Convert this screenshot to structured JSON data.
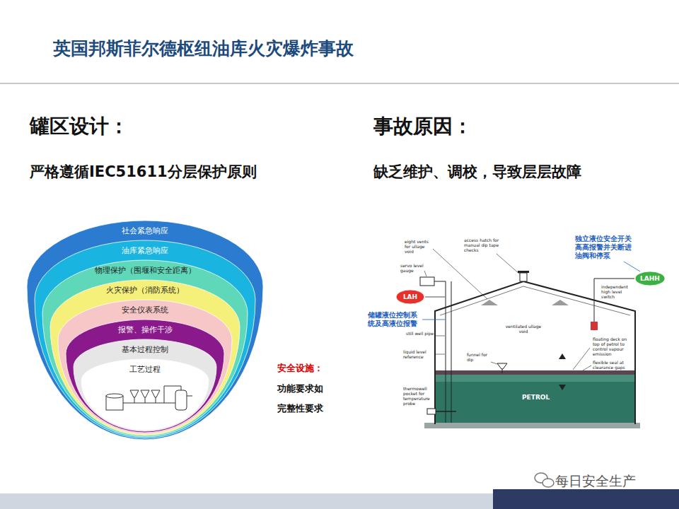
{
  "diagram": {
    "title": "英国邦斯菲尔德枢纽油库火灾爆炸事故",
    "nodes": [
      {
        "text": [
          "社会紧急响应"
        ]
      },
      {
        "text": [
          "油库紧急响应"
        ],
        "in": 0
      },
      {
        "text": [
          "物理保护（围堰和安全距离）"
        ],
        "in": 1
      },
      {
        "text": [
          "火灾保护（消防系统）"
        ],
        "in": 2
      },
      {
        "text": [
          "安全仪表系统"
        ],
        "in": 3
      },
      {
        "text": [
          "报警、操作干涉"
        ],
        "in": 4
      },
      {
        "text": [
          "基本过程控制"
        ],
        "in": 5
      },
      {
        "text": [
          "工艺过程"
        ],
        "in": 6
      },
      {
        "text": [
          "LAH"
        ]
      },
      {
        "text": [
          "LAHH"
        ]
      }
    ],
    "labels": [
      "罐区设计：",
      "严格遵循IEC51611分层保护原则",
      "事故原因：",
      "缺乏维护、调校，导致层层故障",
      "安全设施：",
      "功能要求如",
      "完整性要求",
      "eight vents for ullage void",
      "access hatch for manual dip tape checks",
      "servo level gauge",
      "储罐液位控制系统及高液位报警",
      "still well pipe",
      "liquid level reference",
      "thermowell pocket for temperature probe",
      "funnel for dip",
      "ventilated ullage void",
      "独立液位安全开关高高报警并关断进油阀和停泵",
      "independent high level switch",
      "floating deck on top of petrol to control vapour emission",
      "flexible seal at clearance gaps",
      "PETROL",
      "每日安全生产"
    ]
  }
}
